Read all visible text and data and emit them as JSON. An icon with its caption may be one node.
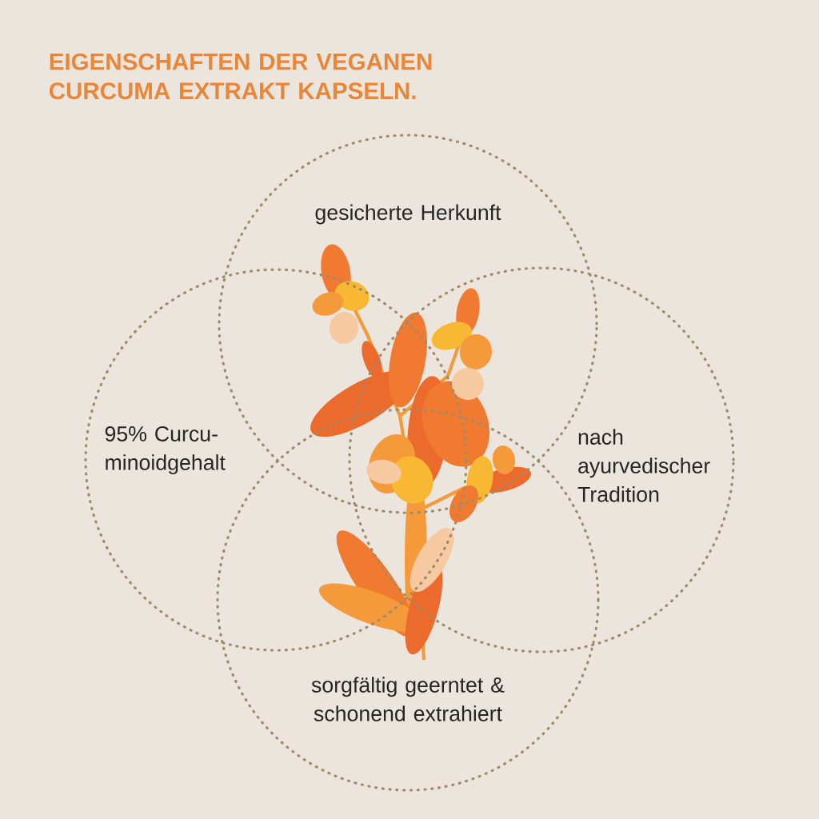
{
  "diagram": {
    "title": "EIGENSCHAFTEN DER VEGANEN CURCUMA EXTRAKT KAPSELN.",
    "nodes": [
      {
        "text": [
          "gesicherte Herkunft"
        ]
      },
      {
        "text": [
          "95% Curcu- minoidgehalt"
        ]
      },
      {
        "text": [
          "nach ayurvedischer Tradition"
        ]
      },
      {
        "text": [
          "sorgfältig geerntet & schonend extrahiert"
        ]
      }
    ]
  }
}
